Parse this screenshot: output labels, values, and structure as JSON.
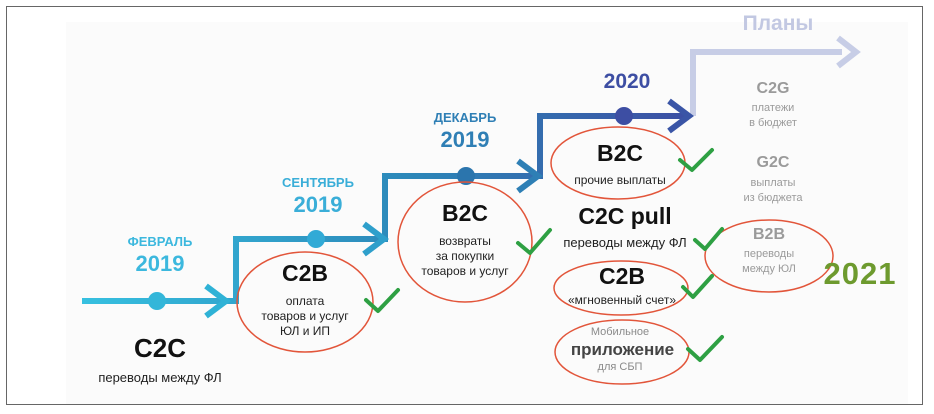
{
  "colors": {
    "teal": "#33b6d9",
    "blue": "#2f8fc0",
    "navy": "#3d4ea3",
    "plans": "#c7cde6",
    "red_circle": "#e2553a",
    "check": "#2ea043",
    "year_2021": "#6d9a2e"
  },
  "stages": {
    "feb": {
      "month": "ФЕВРАЛЬ",
      "year": "2019",
      "title": "C2C",
      "desc": "переводы между ФЛ"
    },
    "sep": {
      "month": "СЕНТЯБРЬ",
      "year": "2019",
      "title": "C2B",
      "desc_1": "оплата",
      "desc_2": "товаров и услуг",
      "desc_3": "ЮЛ и ИП"
    },
    "dec": {
      "month": "ДЕКАБРЬ",
      "year": "2019",
      "title": "B2C",
      "desc_1": "возвраты",
      "desc_2": "за покупки",
      "desc_3": "товаров и услуг"
    },
    "y2020": {
      "year": "2020",
      "b2c_title": "B2C",
      "b2c_desc": "прочие выплаты",
      "c2c_title": "C2C pull",
      "c2c_desc": "переводы между ФЛ",
      "c2b_title": "C2B",
      "c2b_desc": "«мгновенный счет»",
      "app_top": "Мобильное",
      "app_title": "приложение",
      "app_bottom": "для СБП"
    },
    "plans": {
      "label": "Планы",
      "c2g_title": "C2G",
      "c2g_desc_1": "платежи",
      "c2g_desc_2": "в бюджет",
      "g2c_title": "G2C",
      "g2c_desc_1": "выплаты",
      "g2c_desc_2": "из бюджета",
      "b2b_title": "B2B",
      "b2b_desc_1": "переводы",
      "b2b_desc_2": "между ЮЛ"
    }
  },
  "year_2021": "2021"
}
